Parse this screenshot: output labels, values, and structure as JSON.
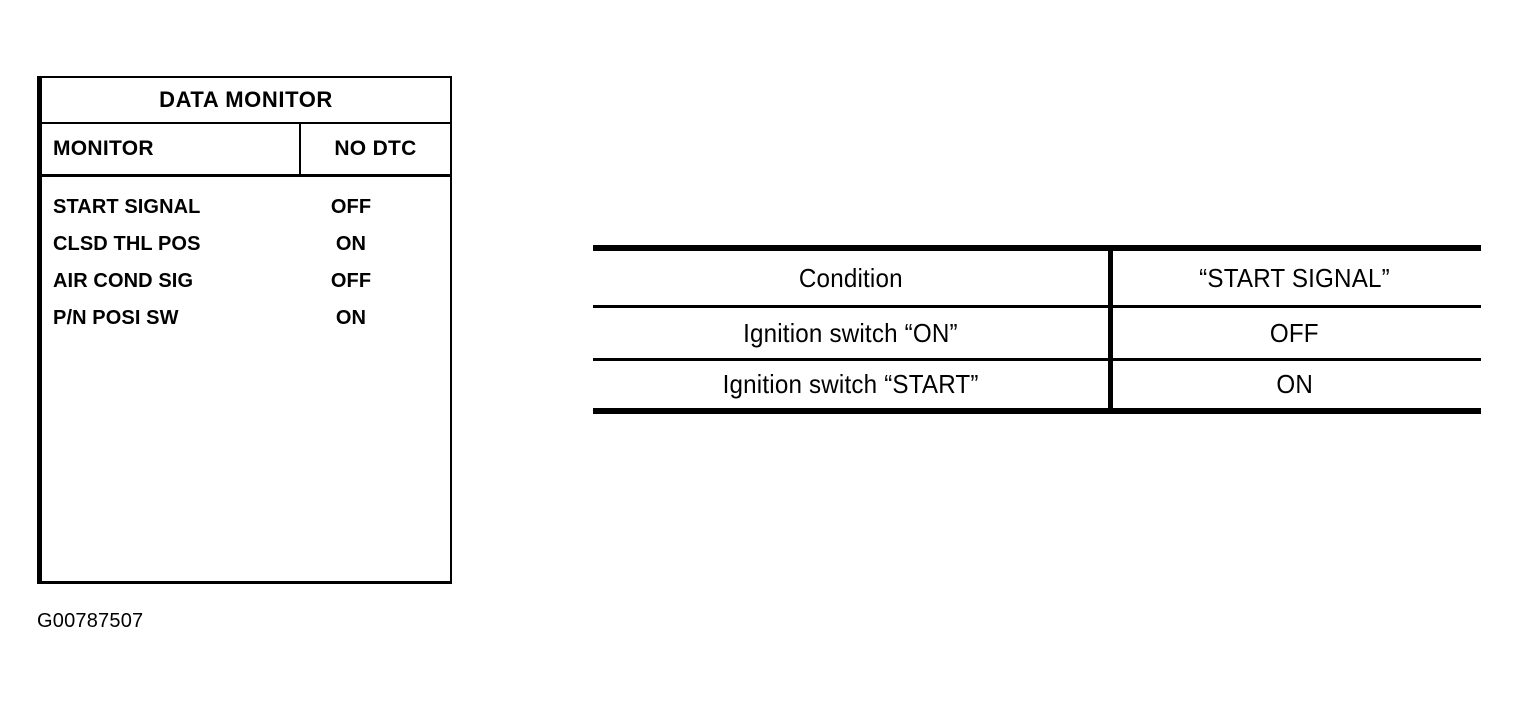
{
  "figure": {
    "caption": "G00787507"
  },
  "data_monitor": {
    "title": "DATA MONITOR",
    "columns": {
      "monitor": "MONITOR",
      "status": "NO DTC"
    },
    "rows": [
      {
        "label": "START SIGNAL",
        "value": "OFF"
      },
      {
        "label": "CLSD THL POS",
        "value": "ON"
      },
      {
        "label": "AIR COND SIG",
        "value": "OFF"
      },
      {
        "label": "P/N POSI SW",
        "value": "ON"
      }
    ]
  },
  "condition_table": {
    "header": {
      "condition": "Condition",
      "signal": "“START SIGNAL”"
    },
    "rows": [
      {
        "condition": "Ignition switch “ON”",
        "signal": "OFF"
      },
      {
        "condition": "Ignition switch “START”",
        "signal": "ON"
      }
    ]
  },
  "colors": {
    "ink": "#000000",
    "paper": "#ffffff"
  }
}
